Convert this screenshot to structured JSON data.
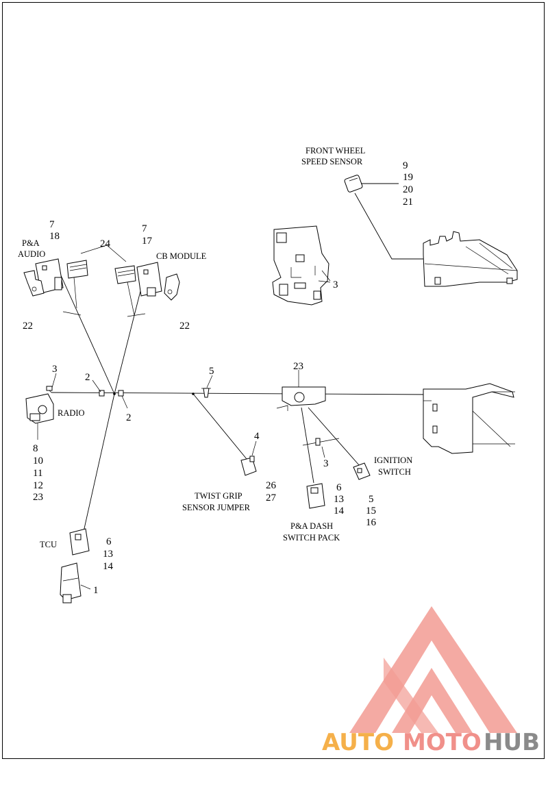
{
  "labels": {
    "front_wheel_line1": "FRONT WHEEL",
    "front_wheel_line2": "SPEED SENSOR",
    "pa_audio_line1": "P&A",
    "pa_audio_line2": "AUDIO",
    "cb_module": "CB MODULE",
    "radio": "RADIO",
    "tcu": "TCU",
    "twist_grip_line1": "TWIST GRIP",
    "twist_grip_line2": "SENSOR JUMPER",
    "ignition_line1": "IGNITION",
    "ignition_line2": "SWITCH",
    "dash_line1": "P&A DASH",
    "dash_line2": "SWITCH PACK"
  },
  "callouts": {
    "front_wheel": [
      "9",
      "19",
      "20",
      "21"
    ],
    "pa_audio": [
      "7",
      "18"
    ],
    "cb_module": [
      "7",
      "17"
    ],
    "connector_pair": "24",
    "clip_left": "22",
    "clip_right": "22",
    "fairing_bracket": "3",
    "radio_top": "3",
    "radio_list": [
      "8",
      "10",
      "11",
      "12",
      "23"
    ],
    "clip_a": "2",
    "clip_b": "2",
    "pushpin": "5",
    "tie_strap": "23",
    "twist_grip_upper": "4",
    "twist_grip_lower": [
      "26",
      "27"
    ],
    "tie_lower": "3",
    "ignition": [
      "5",
      "15",
      "16"
    ],
    "dash": [
      "6",
      "13",
      "14"
    ],
    "tcu": [
      "6",
      "13",
      "14"
    ],
    "tcu_connector": "1"
  },
  "logo": {
    "part1": "AUTO",
    "part2": "MOTO",
    "part3": "HUB",
    "color_primary": "#f0908a",
    "color_accent": "#f5b04a",
    "color_dark": "#8a8a8a"
  }
}
